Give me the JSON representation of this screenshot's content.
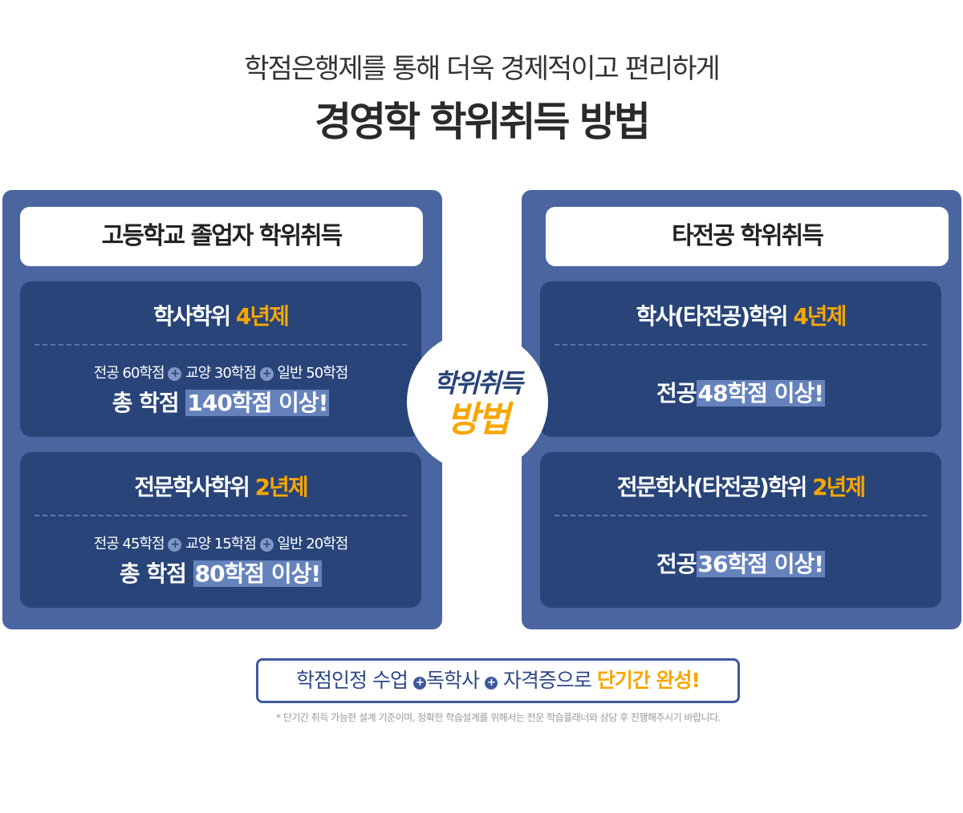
{
  "header": {
    "subtitle": "학점은행제를 통해 더욱 경제적이고 편리하게",
    "title": "경영학 학위취득 방법"
  },
  "left": {
    "title": "고등학교 졸업자 학위취득",
    "cards": [
      {
        "name": "학사학위",
        "years": "4년제",
        "major": "전공 60학점",
        "liberal": "교양 30학점",
        "general": "일반 50학점",
        "total_prefix": "총 학점",
        "total": "140학점 이상!"
      },
      {
        "name": "전문학사학위",
        "years": "2년제",
        "major": "전공 45학점",
        "liberal": "교양 15학점",
        "general": "일반 20학점",
        "total_prefix": "총 학점",
        "total": "80학점 이상!"
      }
    ]
  },
  "right": {
    "title": "타전공 학위취득",
    "cards": [
      {
        "name": "학사(타전공)학위",
        "years": "4년제",
        "prefix": "전공",
        "total": "48학점 이상!"
      },
      {
        "name": "전문학사(타전공)학위",
        "years": "2년제",
        "prefix": "전공",
        "total": "36학점 이상!"
      }
    ]
  },
  "center": {
    "line1": "학위취득",
    "line2": "방법"
  },
  "plus_symbol": "+",
  "footer": {
    "part1": "학점인정 수업",
    "part2": "독학사",
    "part3": "자격증으로",
    "highlight": "단기간 완성!",
    "note": "* 단기간 취득 가능한 설계 기준이며, 정확한 학습설계를 위해서는 전문 학습플래너와 상담 후 진행해주시기 바랍니다."
  },
  "colors": {
    "panel": "#4b65a0",
    "card": "#284479",
    "accent": "#f7a600",
    "highlight": "#6582bc"
  }
}
